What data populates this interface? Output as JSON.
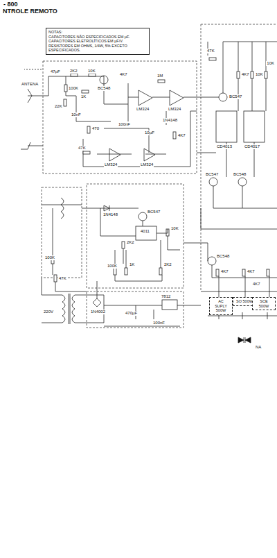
{
  "diagram": {
    "title": "NTROLE REMOTO",
    "nodes": [
      {
        "text": [
          "NOTAS:",
          "CAPACITORES NÃO ESPECIFICADOS EM µF.",
          "CAPACITORES ELETROLÍTICOS EM µF/V.",
          "RESISTORES EM OHMS, 1/4W, 5% EXCETO ESPECIFICADOS."
        ]
      },
      {
        "text": [
          "AC SUPLY 500W"
        ]
      },
      {
        "text": [
          "SO 500W"
        ]
      },
      {
        "text": [
          "SCE 500W"
        ]
      }
    ],
    "labels": [
      "- 800",
      "ANTENA",
      "47pF",
      "2K2",
      "10K",
      "BC548",
      "4K7",
      "100K",
      "1K",
      "22K",
      "10nF",
      "470",
      "LM324",
      "LM324",
      "1M",
      "100nF",
      "10µF",
      "LM324",
      "LM324",
      "47K",
      "1N4148",
      "4K7",
      "BC547",
      "47K",
      "4K7",
      "10K",
      "10K",
      "CD4013",
      "CD4017",
      "BC547",
      "BC548",
      "1N4148",
      "BC547",
      "2K2",
      "4011",
      "100K",
      "1K",
      "2K2",
      "10K",
      "100K",
      "47K",
      "1N4002",
      "470µF",
      "7812",
      "100nF",
      "220V",
      "BC548",
      "4K7",
      "4K7",
      "4K7",
      "NA"
    ]
  }
}
